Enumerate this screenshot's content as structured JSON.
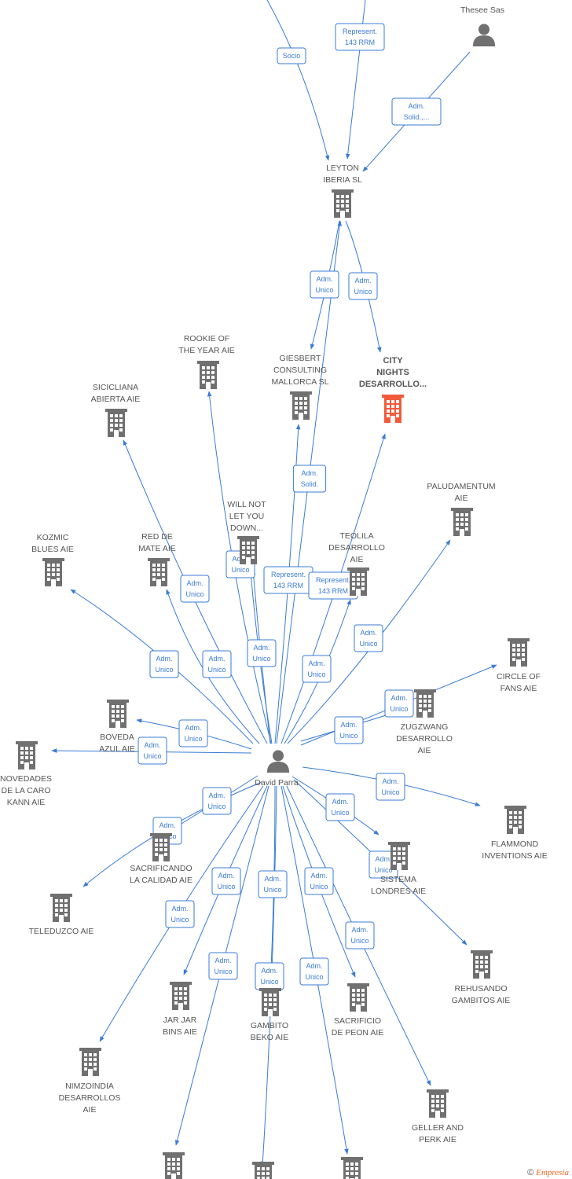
{
  "colors": {
    "edge": "#3a7bd5",
    "company": "#707070",
    "highlight": "#f15a3a",
    "person": "#707070"
  },
  "nodes": [
    {
      "id": "thesee",
      "type": "person",
      "label": [
        "Thesee Sas"
      ]
    },
    {
      "id": "leyton",
      "type": "company",
      "label": [
        "LEYTON",
        "IBERIA  SL"
      ]
    },
    {
      "id": "city",
      "type": "company-highlight",
      "label": [
        "CITY",
        "NIGHTS",
        "DESARROLLO..."
      ]
    },
    {
      "id": "giesbert",
      "type": "company",
      "label": [
        "GIESBERT",
        "CONSULTING",
        "MALLORCA  SL"
      ]
    },
    {
      "id": "rookie",
      "type": "company",
      "label": [
        "ROOKIE OF",
        "THE YEAR  AIE"
      ]
    },
    {
      "id": "sicicliana",
      "type": "company",
      "label": [
        "SICICLIANA",
        "ABIERTA  AIE"
      ]
    },
    {
      "id": "willnot",
      "type": "company",
      "label": [
        "WILL NOT",
        "LET YOU",
        "DOWN..."
      ]
    },
    {
      "id": "paludamentum",
      "type": "company",
      "label": [
        "PALUDAMENTUM",
        "AIE"
      ]
    },
    {
      "id": "kozmic",
      "type": "company",
      "label": [
        "KOZMIC",
        "BLUES  AIE"
      ]
    },
    {
      "id": "redde",
      "type": "company",
      "label": [
        "RED DE",
        "MATE  AIE"
      ]
    },
    {
      "id": "teolila",
      "type": "company",
      "label": [
        "TEOLILA",
        "DESARROLLO",
        "AIE"
      ]
    },
    {
      "id": "circle",
      "type": "company",
      "label": [
        "CIRCLE OF",
        "FANS  AIE"
      ]
    },
    {
      "id": "zugzwang",
      "type": "company",
      "label": [
        "ZUGZWANG",
        "DESARROLLO",
        "AIE"
      ]
    },
    {
      "id": "boveda",
      "type": "company",
      "label": [
        "BOVEDA",
        "AZUL  AIE"
      ]
    },
    {
      "id": "novedades",
      "type": "company",
      "label": [
        "NOVEDADES",
        "DE LA CARO",
        "KANN  AIE"
      ]
    },
    {
      "id": "david",
      "type": "person",
      "label": [
        "David Parra"
      ]
    },
    {
      "id": "flammond",
      "type": "company",
      "label": [
        "FLAMMOND",
        "INVENTIONS  AIE"
      ]
    },
    {
      "id": "sacrificando",
      "type": "company",
      "label": [
        "SACRIFICANDO",
        "LA CALIDAD  AIE"
      ]
    },
    {
      "id": "sistema",
      "type": "company",
      "label": [
        "SISTEMA",
        "LONDRES  AIE"
      ]
    },
    {
      "id": "teleduzco",
      "type": "company",
      "label": [
        "TELEDUZCO  AIE"
      ]
    },
    {
      "id": "rehusando",
      "type": "company",
      "label": [
        "REHUSANDO",
        "GAMBITOS  AIE"
      ]
    },
    {
      "id": "jarjar",
      "type": "company",
      "label": [
        "JAR JAR",
        "BINS  AIE"
      ]
    },
    {
      "id": "gambito",
      "type": "company",
      "label": [
        "GAMBITO",
        "BEKO  AIE"
      ]
    },
    {
      "id": "sacrificio",
      "type": "company",
      "label": [
        "SACRIFICIO",
        "DE PEON  AIE"
      ]
    },
    {
      "id": "nimzoindia",
      "type": "company",
      "label": [
        "NIMZOINDIA",
        "DESARROLLOS",
        "AIE"
      ]
    },
    {
      "id": "geller",
      "type": "company",
      "label": [
        "GELLER AND",
        "PERK  AIE"
      ]
    },
    {
      "id": "bottom1",
      "type": "company",
      "label": []
    },
    {
      "id": "bottom2",
      "type": "company",
      "label": []
    },
    {
      "id": "bottom3",
      "type": "company",
      "label": []
    }
  ],
  "edges": [
    {
      "from": "top-left",
      "to": "leyton",
      "label": [
        "Socio"
      ]
    },
    {
      "from": "top-mid",
      "to": "leyton",
      "label": [
        "Represent.",
        "143 RRM"
      ]
    },
    {
      "from": "thesee",
      "to": "leyton",
      "label": [
        "Adm.",
        "Solid.,..."
      ]
    },
    {
      "from": "leyton",
      "to": "giesbert",
      "label": [
        "Adm.",
        "Unico"
      ]
    },
    {
      "from": "leyton",
      "to": "city",
      "label": [
        "Adm.",
        "Unico"
      ]
    },
    {
      "from": "david",
      "to": "leyton",
      "label": [
        "Adm.",
        "Solid."
      ]
    },
    {
      "from": "david",
      "to": "rookie",
      "label": [
        "Adm.",
        "Unico"
      ]
    },
    {
      "from": "david",
      "to": "sicicliana",
      "label": [
        "Adm.",
        "Unico"
      ]
    },
    {
      "from": "david",
      "to": "willnot",
      "label": [
        "Adm.",
        "Unico"
      ]
    },
    {
      "from": "david",
      "to": "giesbert",
      "label": [
        "Represent.",
        "143 RRM"
      ]
    },
    {
      "from": "david",
      "to": "city",
      "label": [
        "Represent.",
        "143 RRM"
      ]
    },
    {
      "from": "david",
      "to": "paludamentum",
      "label": [
        "Adm.",
        "Unico"
      ]
    },
    {
      "from": "david",
      "to": "kozmic",
      "label": [
        "Adm.",
        "Unico"
      ]
    },
    {
      "from": "david",
      "to": "redde",
      "label": [
        "Adm.",
        "Unico"
      ]
    },
    {
      "from": "david",
      "to": "willnot",
      "label": [
        "Adm.",
        "Unico"
      ]
    },
    {
      "from": "david",
      "to": "teolila",
      "label": [
        "Adm.",
        "Unico"
      ]
    },
    {
      "from": "david",
      "to": "circle",
      "label": [
        "Adm.",
        "Unico"
      ]
    },
    {
      "from": "david",
      "to": "zugzwang",
      "label": [
        "Adm.",
        "Unico"
      ]
    },
    {
      "from": "david",
      "to": "boveda",
      "label": [
        "Adm.",
        "Unico"
      ]
    },
    {
      "from": "david",
      "to": "novedades",
      "label": [
        "Adm.",
        "Unico"
      ]
    },
    {
      "from": "david",
      "to": "flammond",
      "label": [
        "Adm.",
        "Unico"
      ]
    },
    {
      "from": "david",
      "to": "sacrificando",
      "label": [
        "Adm.",
        "Unico"
      ]
    },
    {
      "from": "david",
      "to": "teleduzco",
      "label": [
        "Adm.",
        "Unico"
      ]
    },
    {
      "from": "david",
      "to": "sistema",
      "label": [
        "Adm.",
        "Unico"
      ]
    },
    {
      "from": "david",
      "to": "rehusando",
      "label": [
        "Adm.",
        "Unico"
      ]
    },
    {
      "from": "david",
      "to": "jarjar",
      "label": [
        "Adm.",
        "Unico"
      ]
    },
    {
      "from": "david",
      "to": "nimzoindia",
      "label": [
        "Adm.",
        "Unico"
      ]
    },
    {
      "from": "david",
      "to": "gambito",
      "label": [
        "Adm.",
        "Unico"
      ]
    },
    {
      "from": "david",
      "to": "bottom1",
      "label": [
        "Adm.",
        "Unico"
      ]
    },
    {
      "from": "david",
      "to": "bottom2",
      "label": [
        "Adm.",
        "Unico"
      ]
    },
    {
      "from": "david",
      "to": "sacrificio",
      "label": [
        "Adm.",
        "Unico"
      ]
    },
    {
      "from": "david",
      "to": "bottom3",
      "label": [
        "Adm.",
        "Unico"
      ]
    },
    {
      "from": "david",
      "to": "geller",
      "label": [
        "Adm.",
        "Unico"
      ]
    }
  ],
  "credit": {
    "symbol": "©",
    "brand": "Empresia"
  }
}
